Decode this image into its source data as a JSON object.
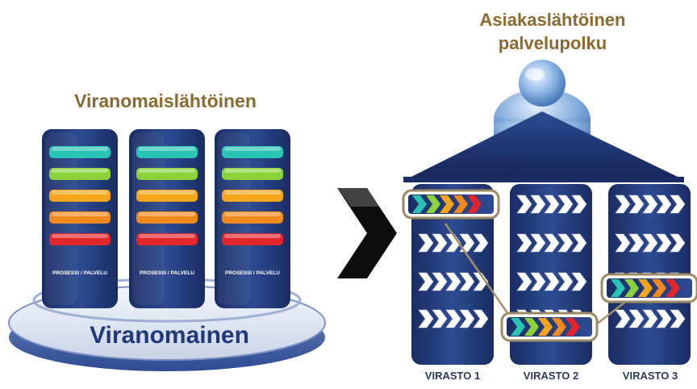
{
  "left": {
    "title": "Viranomaislähtöinen",
    "base_label": "Viranomainen",
    "column_label": "PROSESSI / PALVELU",
    "bar_colors": [
      "#29c4b4",
      "#8cd23a",
      "#f7a61c",
      "#f08a1e",
      "#e3262c"
    ]
  },
  "right": {
    "title_line1": "Asiakaslähtöinen",
    "title_line2": "palvelupolku",
    "agencies": [
      "VIRASTO 1",
      "VIRASTO 2",
      "VIRASTO 3"
    ],
    "highlight_color": "#9c8a64"
  },
  "icons": {
    "arrow": "chevron-right-icon",
    "person": "person-icon"
  }
}
